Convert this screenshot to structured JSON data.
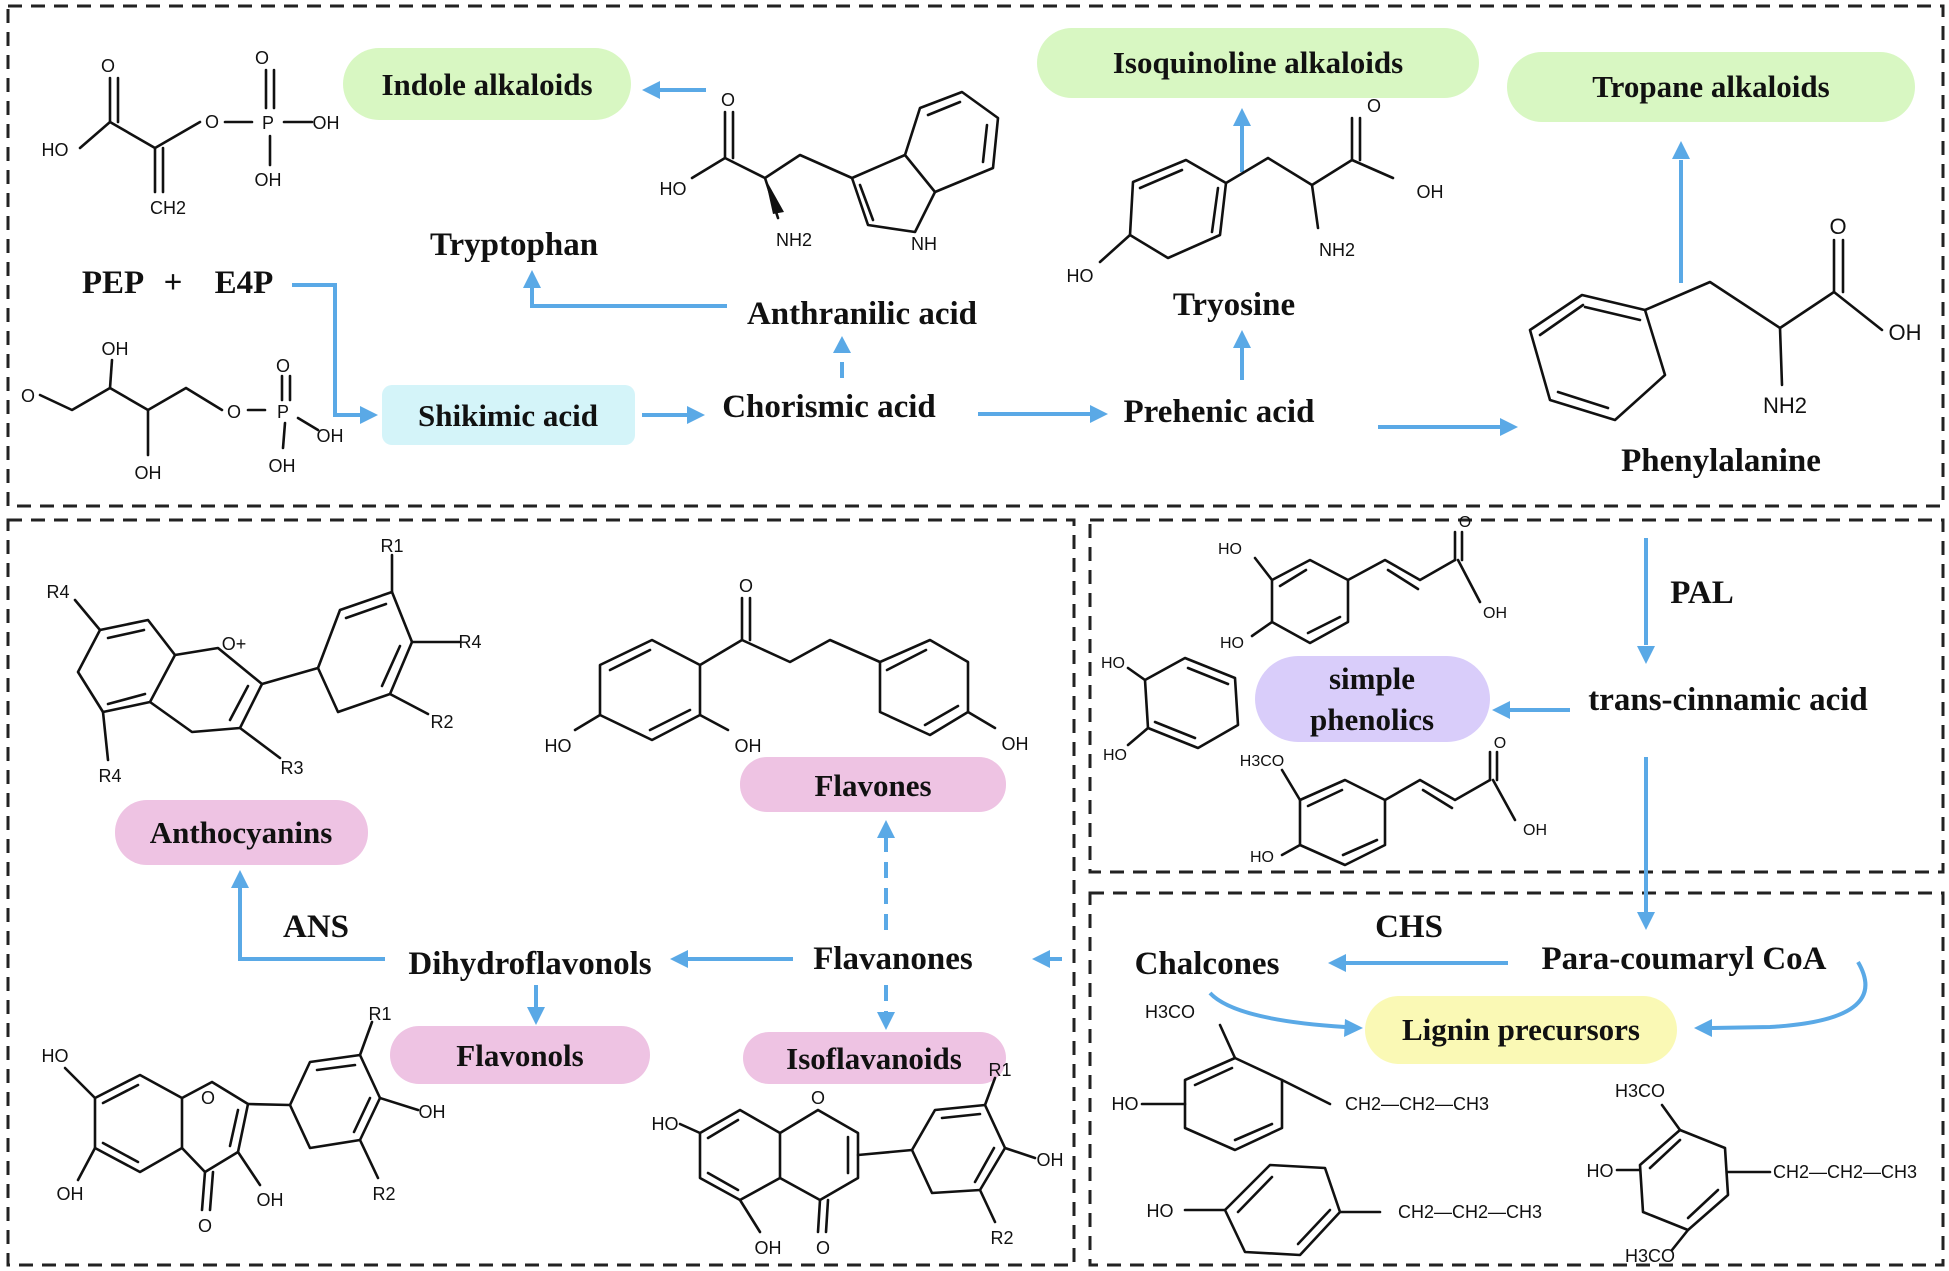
{
  "colors": {
    "arrow": "#5aa9e6",
    "alkaloid_pill": "#d8f7c2",
    "shikimic_pill": "#d4f4f9",
    "flavonoid_pill": "#eec3e3",
    "phenolics_pill": "#d9cdfa",
    "lignin_pill": "#faf9b5"
  },
  "nodes": {
    "indole_alkaloids": "Indole alkaloids",
    "isoquinoline_alkaloids": "Isoquinoline alkaloids",
    "tropane_alkaloids": "Tropane alkaloids",
    "tryptophan": "Tryptophan",
    "pep": "PEP",
    "plus": "+",
    "e4p": "E4P",
    "anthranilic_acid": "Anthranilic acid",
    "tryosine": "Tryosine",
    "shikimic_acid": "Shikimic acid",
    "chorismic_acid": "Chorismic acid",
    "prehenic_acid": "Prehenic acid",
    "phenylalanine": "Phenylalanine",
    "pal": "PAL",
    "simple_phenolics_1": "simple",
    "simple_phenolics_2": "phenolics",
    "trans_cinnamic_acid": "trans-cinnamic acid",
    "anthocyanins": "Anthocyanins",
    "flavones": "Flavones",
    "ans": "ANS",
    "dihydroflavonols": "Dihydroflavonols",
    "flavanones": "Flavanones",
    "flavonols": "Flavonols",
    "isoflavanoids": "Isoflavanoids",
    "chs": "CHS",
    "chalcones": "Chalcones",
    "para_coumaryl_coa": "Para-coumaryl CoA",
    "lignin_precursors": "Lignin precursors"
  },
  "chem_labels": {
    "o": "O",
    "ho": "HO",
    "oh": "OH",
    "p": "P",
    "ch2": "CH2",
    "nh2": "NH2",
    "nh": "NH",
    "h3co": "H3CO",
    "o_plus": "O+",
    "r1": "R1",
    "r2": "R2",
    "r3": "R3",
    "r4": "R4",
    "ch2_ch2_ch3": "CH2—CH2—CH3"
  }
}
